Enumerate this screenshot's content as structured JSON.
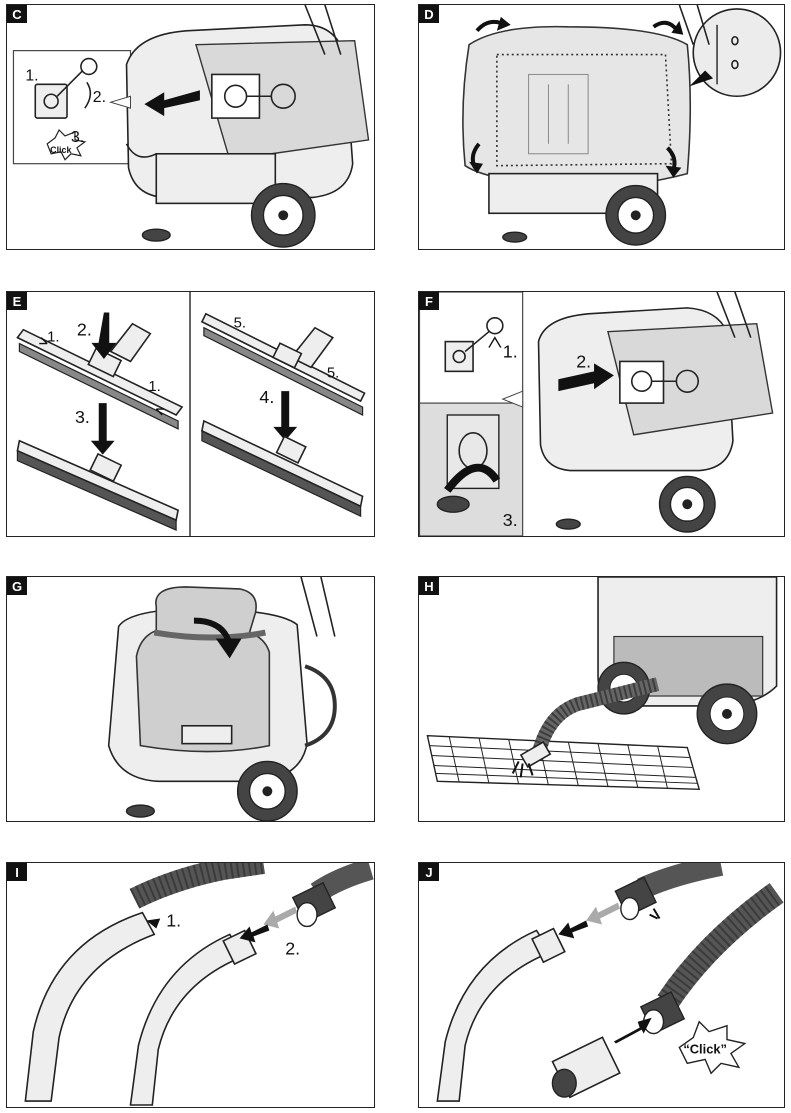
{
  "panels": {
    "c": {
      "tag": "C",
      "step1": "1.",
      "step2": "2.",
      "step3": "3.",
      "click": "Click"
    },
    "d": {
      "tag": "D"
    },
    "e": {
      "tag": "E",
      "step1a": "1.",
      "step1b": "1.",
      "step2": "2.",
      "step3": "3.",
      "step4": "4.",
      "step5a": "5.",
      "step5b": "5."
    },
    "f": {
      "tag": "F",
      "step1": "1.",
      "step2": "2.",
      "step3": "3."
    },
    "g": {
      "tag": "G"
    },
    "h": {
      "tag": "H"
    },
    "i": {
      "tag": "I",
      "step1": "1.",
      "step2": "2."
    },
    "j": {
      "tag": "J",
      "click": "“Click”"
    }
  }
}
